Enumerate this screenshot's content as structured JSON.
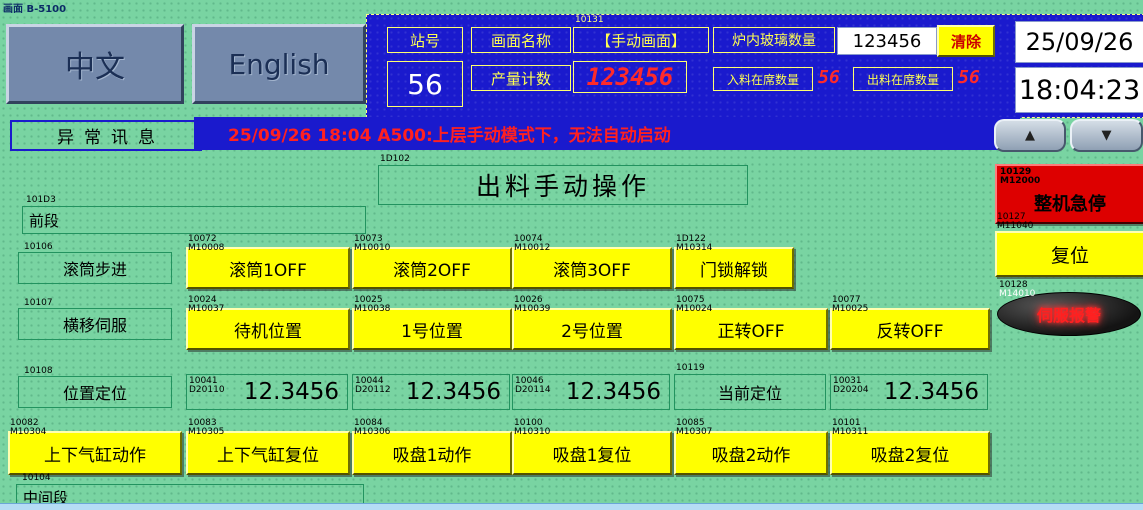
{
  "colors": {
    "bg_green": "#79d4a2",
    "panel_blue": "#1a1acd",
    "button_yellow": "#ffff00",
    "alarm_text_red": "#ff2020",
    "emergency_red": "#dd0000",
    "header_label_yellow": "#ffff50"
  },
  "meta": {
    "screen_label": "画面 B-5100"
  },
  "lang": {
    "chinese": "中文",
    "english": "English"
  },
  "header": {
    "station_label": "站号",
    "station_value": "56",
    "screen_name_tag": "10131",
    "screen_name_label": "画面名称",
    "screen_name_value": "【手动画面】",
    "production_label": "产量计数",
    "production_value": "123456",
    "furnace_label": "炉内玻璃数量",
    "furnace_value": "123456",
    "inlet_label": "入料在席数量",
    "inlet_value": "56",
    "outlet_label": "出料在席数量",
    "outlet_value": "56",
    "clear_button": "清除",
    "date": "25/09/26",
    "time": "18:04:23"
  },
  "alarm": {
    "label": "异常讯息",
    "message": "25/09/26 18:04 A500:上层手动模式下，无法自动启动",
    "up_arrow": "▲",
    "down_arrow": "▼"
  },
  "main": {
    "title_tag": "1D102",
    "title": "出料手动操作",
    "emergency": {
      "tag": "10129",
      "addr": "M12000",
      "label": "整机急停"
    },
    "reset": {
      "tag": "10127",
      "addr": "M11040",
      "label": "复位"
    },
    "lamp": {
      "tag": "10128",
      "addr": "M14010",
      "label": "伺服报警"
    },
    "sections": [
      {
        "tag": "101D3",
        "label": "前段"
      },
      {
        "tag": "10106",
        "label": "滚筒步进"
      },
      {
        "tag": "10107",
        "label": "横移伺服"
      },
      {
        "tag": "10108",
        "label": "位置定位"
      },
      {
        "tag": "10104",
        "label": "中间段"
      }
    ],
    "row1": [
      {
        "tag": "10072",
        "addr": "M10008",
        "label": "滚筒1OFF"
      },
      {
        "tag": "10073",
        "addr": "M10010",
        "label": "滚筒2OFF"
      },
      {
        "tag": "10074",
        "addr": "M10012",
        "label": "滚筒3OFF"
      },
      {
        "tag": "1D122",
        "addr": "M10314",
        "label": "门锁解锁"
      }
    ],
    "row2": [
      {
        "tag": "10024",
        "addr": "M10037",
        "label": "待机位置"
      },
      {
        "tag": "10025",
        "addr": "M10038",
        "label": "1号位置"
      },
      {
        "tag": "10026",
        "addr": "M10039",
        "label": "2号位置"
      },
      {
        "tag": "10075",
        "addr": "M10024",
        "label": "正转OFF"
      },
      {
        "tag": "10077",
        "addr": "M10025",
        "label": "反转OFF"
      }
    ],
    "row3": [
      {
        "tag": "10041",
        "addr": "D20110",
        "value": "12.3456"
      },
      {
        "tag": "10044",
        "addr": "D20112",
        "value": "12.3456"
      },
      {
        "tag": "10046",
        "addr": "D20114",
        "value": "12.3456"
      },
      {
        "tag": "10119",
        "label": "当前定位"
      },
      {
        "tag": "10031",
        "addr": "D20204",
        "value": "12.3456"
      }
    ],
    "row4": [
      {
        "tag": "10082",
        "addr": "M10304",
        "label": "上下气缸动作"
      },
      {
        "tag": "10083",
        "addr": "M10305",
        "label": "上下气缸复位"
      },
      {
        "tag": "10084",
        "addr": "M10306",
        "label": "吸盘1动作"
      },
      {
        "tag": "10100",
        "addr": "M10310",
        "label": "吸盘1复位"
      },
      {
        "tag": "10085",
        "addr": "M10307",
        "label": "吸盘2动作"
      },
      {
        "tag": "10101",
        "addr": "M10311",
        "label": "吸盘2复位"
      }
    ]
  }
}
